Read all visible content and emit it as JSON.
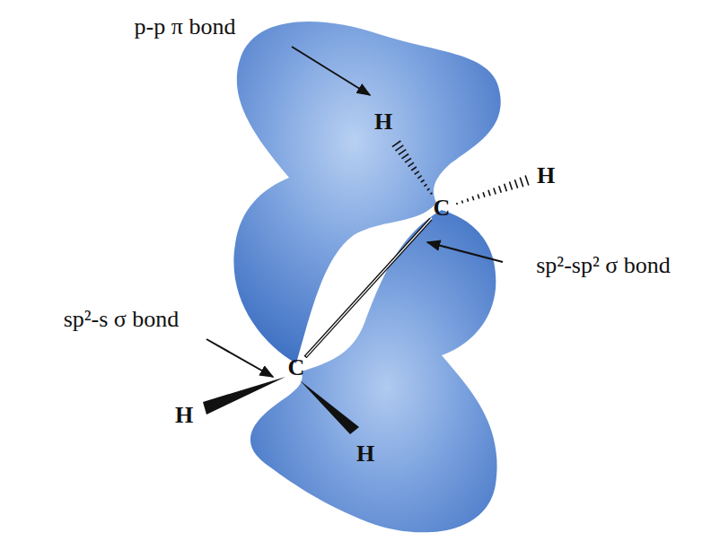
{
  "diagram": {
    "labels": [
      "p-p π bond",
      "H",
      "C",
      "H",
      "sp²-sp² σ bond",
      "sp²-s σ bond",
      "C",
      "H",
      "H"
    ]
  }
}
